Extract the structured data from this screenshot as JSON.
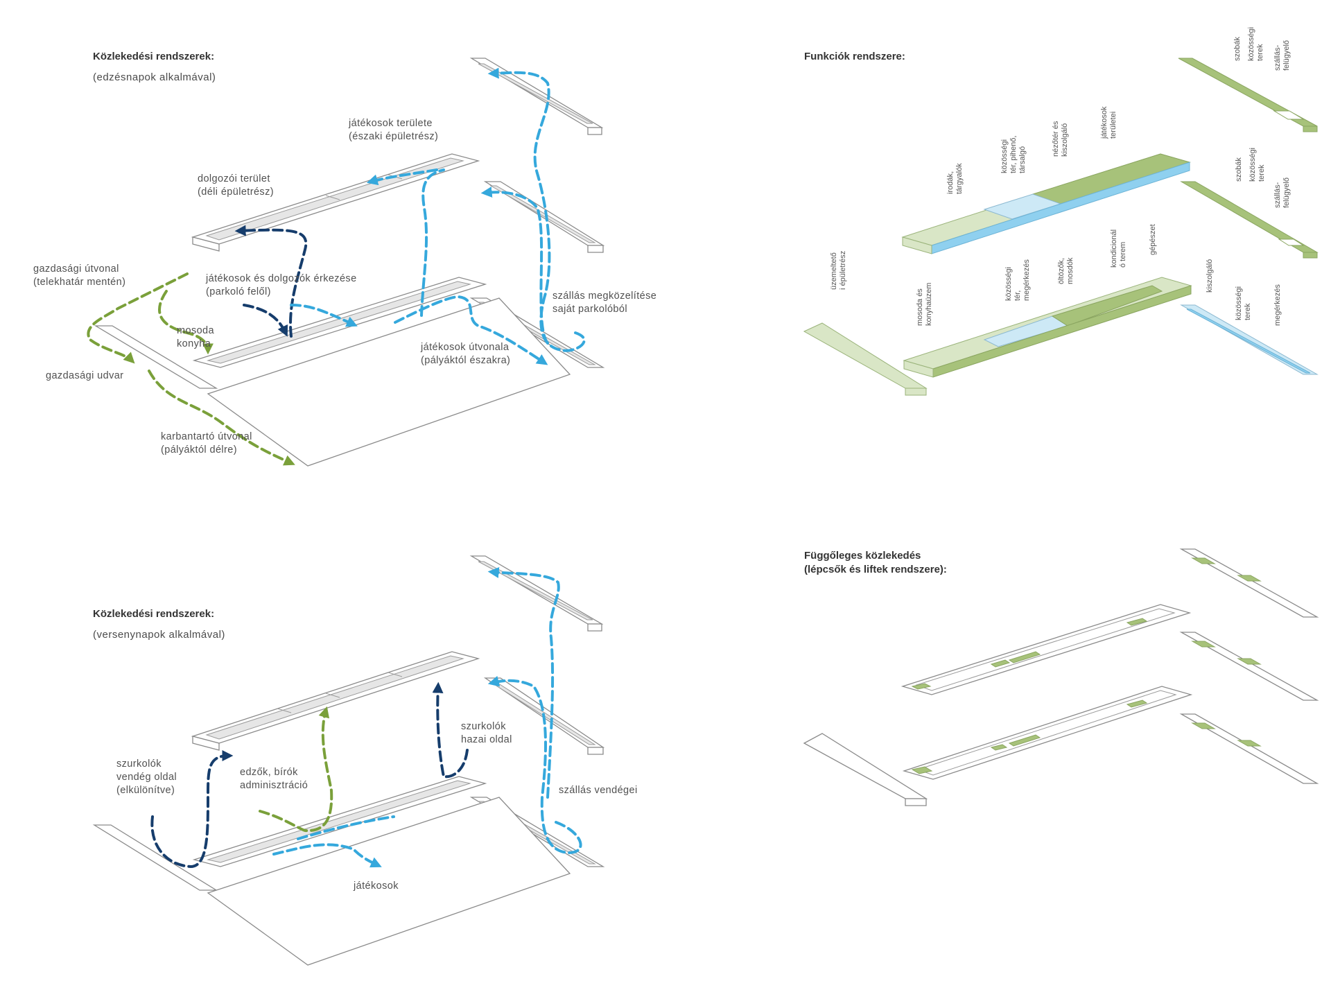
{
  "colors": {
    "green": "#7aa03a",
    "light_blue": "#35a8dc",
    "dark_blue": "#163d6c",
    "func_green": "#a7c27a",
    "func_light_green": "#d9e6c6",
    "func_blue": "#8fd0ef",
    "func_light_blue": "#cde9f6"
  },
  "panel_training": {
    "title": "Közlekedési rendszerek:",
    "subtitle": "(edzésnapok alkalmával)",
    "labels": {
      "jatekosok_terulete": "játékosok területe",
      "eszaki": "(északi épületrész)",
      "dolgozoi": "dolgozói terület",
      "deli": "(déli épületrész)",
      "gazdasagi_utvonal": "gazdasági útvonal",
      "telekhatar": "(telekhatár mentén)",
      "erkezese": "játékosok és dolgozók érkezése",
      "parkolo": "(parkoló felől)",
      "szallas1": "szállás megközelítése",
      "szallas2": "saját parkolóból",
      "mosoda": "mosoda",
      "konyha": "konyha",
      "gazdasagi_udvar": "gazdasági udvar",
      "utvonal": "játékosok útvonala",
      "palyaktol_eszakra": "(pályáktól északra)",
      "karbantarto": "karbantartó útvonal",
      "palyaktol_delre": "(pályáktól délre)"
    }
  },
  "panel_functions": {
    "title": "Funkciók rendszere:",
    "labels": {
      "szobak_top": "szobák",
      "kozossegi_terek_top_1": "közösségi",
      "kozossegi_terek_top_2": "terek",
      "szallas_felugyelo_top_1": "szállás-",
      "szallas_felugyelo_top_2": "felügyelő",
      "irodak_1": "irodák,",
      "irodak_2": "tárgyalók",
      "kozossegi_pihenő_1": "közösségi",
      "kozossegi_pihenő_2": "tér, pihenő,",
      "kozossegi_pihenő_3": "társalgó",
      "nezoter_1": "nézőtér és",
      "nezoter_2": "kiszolgáló",
      "jatekosok_teruletei_1": "játékosok",
      "jatekosok_teruletei_2": "területei",
      "szobak_mid": "szobák",
      "kozossegi_terek_mid_1": "közösségi",
      "kozossegi_terek_mid_2": "terek",
      "szallas_felugyelo_mid_1": "szállás-",
      "szallas_felugyelo_mid_2": "felügyelő",
      "uzemelteto_1": "üzemeltető",
      "uzemelteto_2": "i épületrész",
      "mosoda_1": "mosoda és",
      "mosoda_2": "konyhaüzem",
      "kozossegi_megerk_1": "közösségi",
      "kozossegi_megerk_2": "tér,",
      "kozossegi_megerk_3": "megérkezés",
      "oltozok_1": "öltözők,",
      "oltozok_2": "mosdók",
      "kondicionalo_1": "kondicionál",
      "kondicionalo_2": "ó terem",
      "gepeszet": "gépészet",
      "kiszolgalo": "kiszolgáló",
      "kozossegi_terek_low_1": "közösségi",
      "kozossegi_terek_low_2": "terek",
      "megerkezes": "megérkezés"
    }
  },
  "panel_match": {
    "title": "Közlekedési rendszerek:",
    "subtitle": "(versenynapok alkalmával)",
    "labels": {
      "szurkolok_hazai_1": "szurkolók",
      "szurkolok_hazai_2": "hazai oldal",
      "szurkolok_vendeg_1": "szurkolók",
      "szurkolok_vendeg_2": "vendég oldal",
      "szurkolok_vendeg_3": "(elkülönítve)",
      "edzok_1": "edzők, bírók",
      "edzok_2": "adminisztráció",
      "szallas_vendegei": "szállás vendégei",
      "jatekosok": "játékosok"
    }
  },
  "panel_vertical": {
    "title_1": "Függőleges közlekedés",
    "title_2": "(lépcsők és liftek rendszere):"
  }
}
